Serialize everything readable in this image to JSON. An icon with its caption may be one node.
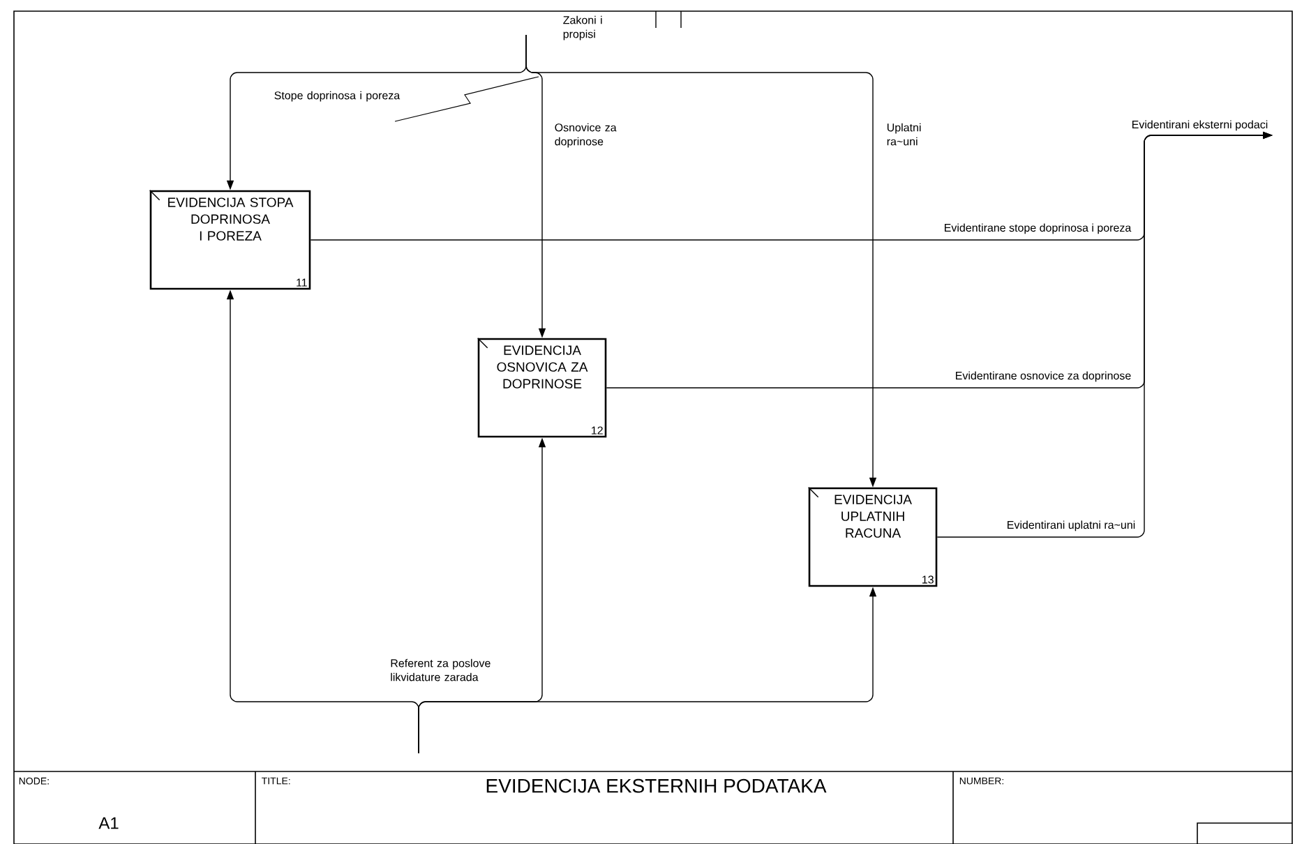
{
  "diagram": {
    "title": "EVIDENCIJA EKSTERNIH PODATAKA",
    "nodes": [
      {
        "text": [
          "EVIDENCIJA STOPA DOPRINOSA I POREZA",
          "11"
        ]
      },
      {
        "text": [
          "EVIDENCIJA OSNOVICA ZA DOPRINOSE",
          "12"
        ]
      },
      {
        "text": [
          "EVIDENCIJA UPLATNIH RACUNA",
          "13"
        ]
      },
      {
        "text": [
          "Evidentirani eksterni podaci"
        ]
      }
    ],
    "edges": [
      {
        "from": null,
        "to": 0,
        "arrow": "to",
        "label": "Stope doprinosa i poreza"
      },
      {
        "from": null,
        "to": 1,
        "arrow": "to",
        "label": "Osnovice za doprinose"
      },
      {
        "from": null,
        "to": 2,
        "arrow": "to",
        "label": "Uplatni ra~uni"
      },
      {
        "from": 0,
        "to": 3,
        "arrow": "to",
        "label": "Evidentirane stope doprinosa i poreza"
      },
      {
        "from": 1,
        "to": 3,
        "arrow": "to",
        "label": "Evidentirane osnovice za doprinose"
      },
      {
        "from": 2,
        "to": 3,
        "arrow": "to",
        "label": "Evidentirani uplatni ra~uni"
      },
      {
        "from": null,
        "to": 0,
        "arrow": "to"
      },
      {
        "from": null,
        "to": 1,
        "arrow": "to"
      },
      {
        "from": null,
        "to": 2,
        "arrow": "to"
      }
    ],
    "labels": [
      "Zakoni i propisi",
      "Referent za poslove likvidature zarada",
      "NODE:",
      "A1",
      "TITLE:",
      "NUMBER:"
    ]
  }
}
